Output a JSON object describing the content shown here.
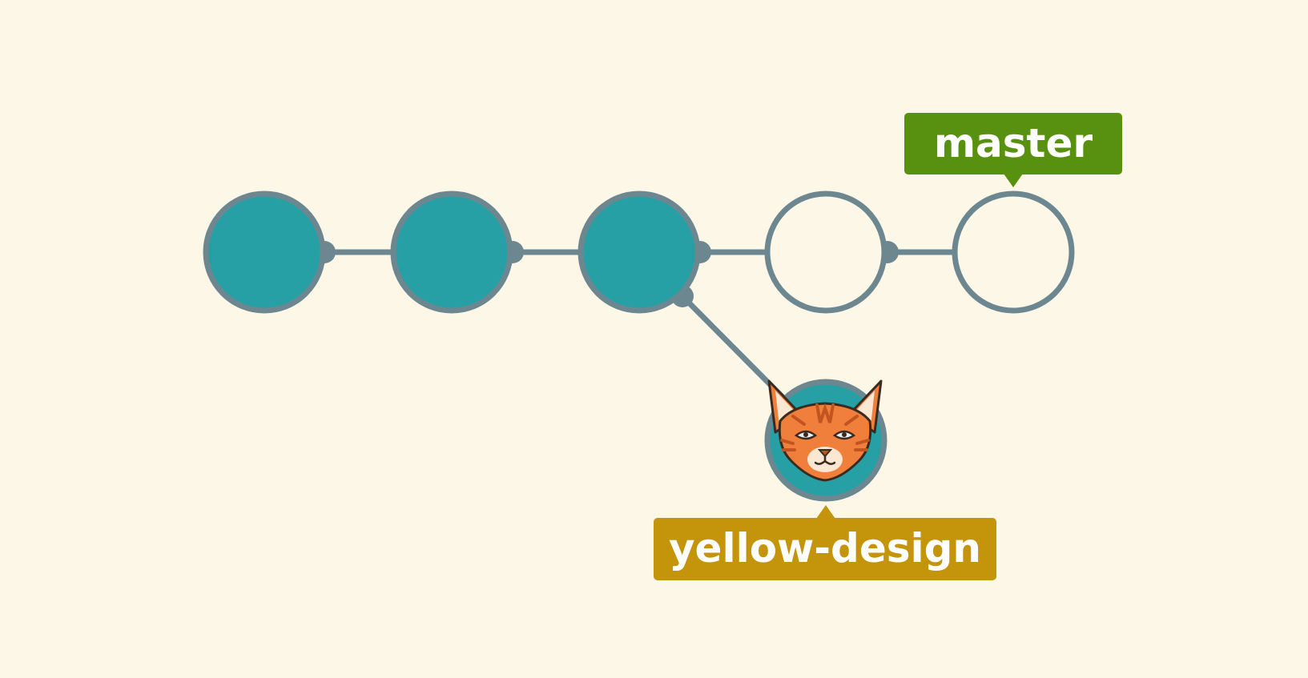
{
  "colors": {
    "background": "#fdf7e8",
    "edge": "#6d8791",
    "commit_fill": "#27a0a5",
    "commit_stroke": "#6d8791",
    "empty_commit_fill": "#fdf7e8",
    "master_label": "#58900f",
    "yellow_design_label": "#c4940a",
    "cat_orange": "#f07f3c",
    "cat_dark": "#c2551f"
  },
  "branches": {
    "master": {
      "label": "master",
      "color": "#58900f"
    },
    "yellow_design": {
      "label": "yellow-design",
      "color": "#c4940a"
    }
  },
  "commits": [
    {
      "id": "c1",
      "state": "filled"
    },
    {
      "id": "c2",
      "state": "filled"
    },
    {
      "id": "c3",
      "state": "filled"
    },
    {
      "id": "c4",
      "state": "empty"
    },
    {
      "id": "c5",
      "state": "empty"
    },
    {
      "id": "c6",
      "state": "filled",
      "icon": "cat-face-icon"
    }
  ],
  "edges": [
    {
      "from": "c1",
      "to": "c2"
    },
    {
      "from": "c2",
      "to": "c3"
    },
    {
      "from": "c3",
      "to": "c4"
    },
    {
      "from": "c4",
      "to": "c5"
    },
    {
      "from": "c3",
      "to": "c6"
    }
  ],
  "pointers": [
    {
      "branch": "master",
      "commit": "c5"
    },
    {
      "branch": "yellow_design",
      "commit": "c6"
    }
  ]
}
